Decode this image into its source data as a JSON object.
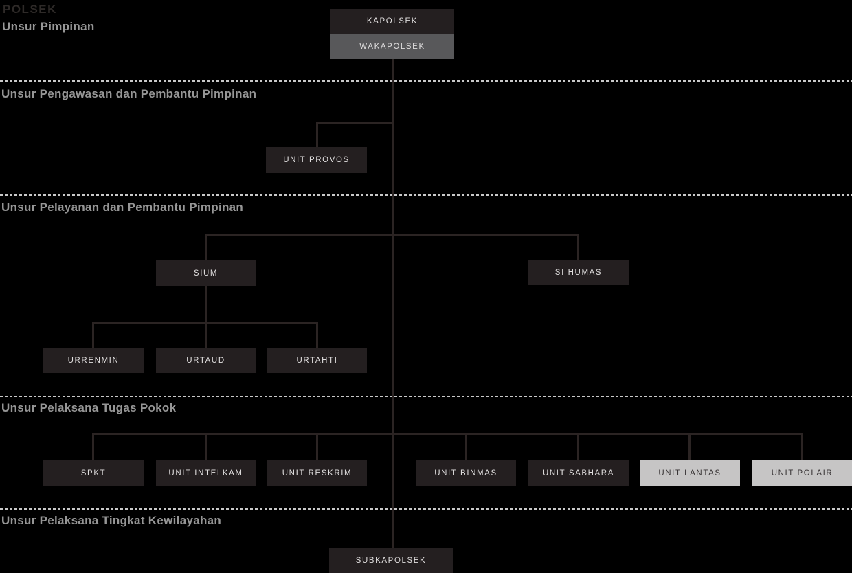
{
  "title": "POLSEK",
  "sections": [
    {
      "label": "Unsur Pimpinan"
    },
    {
      "label": "Unsur Pengawasan dan Pembantu Pimpinan"
    },
    {
      "label": "Unsur Pelayanan dan Pembantu Pimpinan"
    },
    {
      "label": "Unsur Pelaksana Tugas Pokok"
    },
    {
      "label": "Unsur Pelaksana Tingkat Kewilayahan"
    }
  ],
  "nodes": [
    {
      "id": "kapolsek",
      "label": "KAPOLSEK",
      "variant": "dark"
    },
    {
      "id": "wakapolsek",
      "label": "WAKAPOLSEK",
      "variant": "medium"
    },
    {
      "id": "unit-provos",
      "label": "UNIT PROVOS",
      "variant": "dark"
    },
    {
      "id": "sium",
      "label": "SIUM",
      "variant": "dark"
    },
    {
      "id": "si-humas",
      "label": "SI HUMAS",
      "variant": "dark"
    },
    {
      "id": "urrenmin",
      "label": "URRENMIN",
      "variant": "dark"
    },
    {
      "id": "urtaud",
      "label": "URTAUD",
      "variant": "dark"
    },
    {
      "id": "urtahti",
      "label": "URTAHTI",
      "variant": "dark"
    },
    {
      "id": "spkt",
      "label": "SPKT",
      "variant": "dark"
    },
    {
      "id": "unit-intelkam",
      "label": "UNIT INTELKAM",
      "variant": "dark"
    },
    {
      "id": "unit-reskrim",
      "label": "UNIT RESKRIM",
      "variant": "dark"
    },
    {
      "id": "unit-binmas",
      "label": "UNIT BINMAS",
      "variant": "dark"
    },
    {
      "id": "unit-sabhara",
      "label": "UNIT SABHARA",
      "variant": "dark"
    },
    {
      "id": "unit-lantas",
      "label": "UNIT LANTAS",
      "variant": "light"
    },
    {
      "id": "unit-polair",
      "label": "UNIT POLAIR",
      "variant": "light"
    },
    {
      "id": "subkapolsek",
      "label": "SUBKAPOLSEK",
      "variant": "dark"
    }
  ],
  "colors": {
    "bg": "#000000",
    "boxDark": "#241f20",
    "boxMedium": "#58585a",
    "boxLight": "#c6c5c5",
    "textLight": "#e0dede",
    "textDark": "#393536",
    "line": "#2b2423",
    "dash": "#c9c9c9",
    "header": "#969696",
    "title": "#2e2a28"
  }
}
